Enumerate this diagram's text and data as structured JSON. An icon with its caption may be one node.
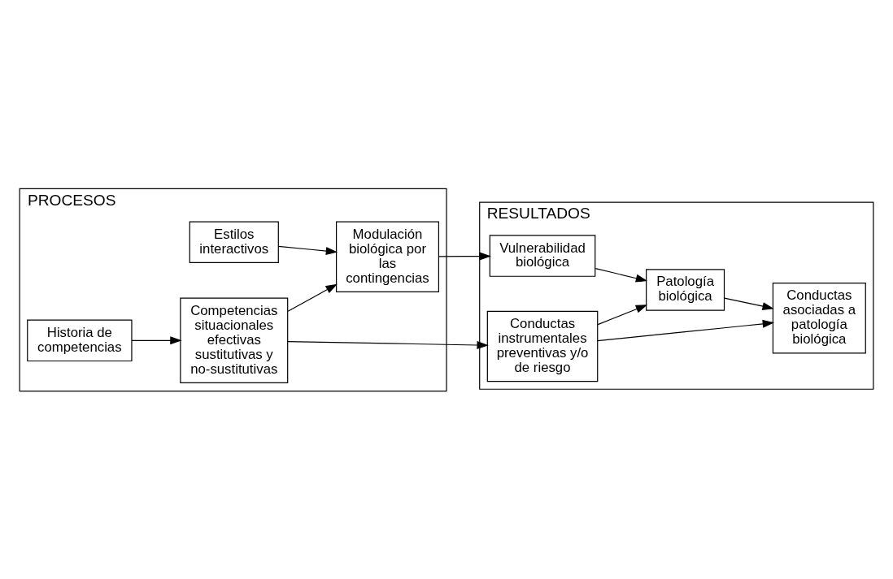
{
  "diagram": {
    "nodes": [
      {
        "text": [
          "PROCESOS"
        ]
      },
      {
        "text": [
          "RESULTADOS"
        ]
      },
      {
        "text": [
          "Estilos interactivos"
        ],
        "in": 0
      },
      {
        "text": [
          "Historia de competencias"
        ],
        "in": 0
      },
      {
        "text": [
          "Modulación biológica por las contingencias"
        ],
        "in": 0
      },
      {
        "text": [
          "Competencias situacionales efectivas sustitutivas y no-sustitutivas"
        ],
        "in": 0
      },
      {
        "text": [
          "Vulnerabilidad biológica"
        ],
        "in": 1
      },
      {
        "text": [
          "Patología biológica"
        ],
        "in": 1
      },
      {
        "text": [
          "Conductas instrumentales preventivas y/o de riesgo"
        ],
        "in": 1
      },
      {
        "text": [
          "Conductas asociadas a patología biológica"
        ],
        "in": 1
      }
    ],
    "edges": [
      {
        "from": 2,
        "to": 4,
        "arrow": "to"
      },
      {
        "from": 3,
        "to": 5,
        "arrow": "to"
      },
      {
        "from": 5,
        "to": 4,
        "arrow": "to"
      },
      {
        "from": 4,
        "to": 6,
        "arrow": "to"
      },
      {
        "from": 5,
        "to": 8,
        "arrow": "to"
      },
      {
        "from": 6,
        "to": 7,
        "arrow": "to"
      },
      {
        "from": 8,
        "to": 7,
        "arrow": "to"
      },
      {
        "from": 7,
        "to": 9,
        "arrow": "to"
      },
      {
        "from": 8,
        "to": 9,
        "arrow": "to"
      }
    ]
  }
}
